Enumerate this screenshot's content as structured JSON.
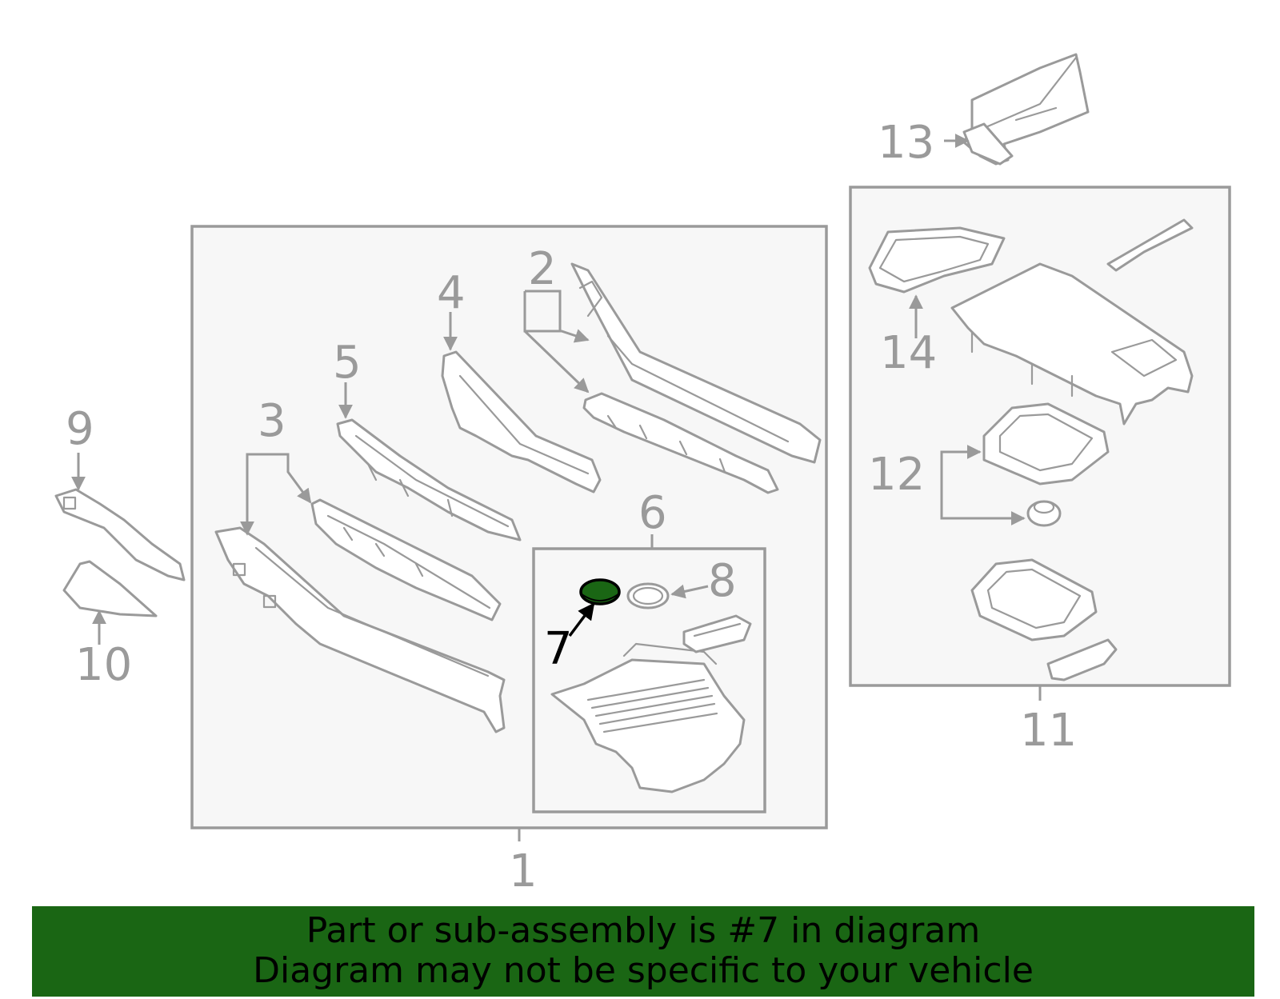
{
  "diagram": {
    "callouts": {
      "c1": "1",
      "c2": "2",
      "c3": "3",
      "c4": "4",
      "c5": "5",
      "c6": "6",
      "c7": "7",
      "c8": "8",
      "c9": "9",
      "c10": "10",
      "c11": "11",
      "c12": "12",
      "c13": "13",
      "c14": "14"
    },
    "highlighted_part": "7",
    "colors": {
      "line": "#9a9a9a",
      "box_fill": "#f7f7f7",
      "highlight": "#1a6614",
      "banner": "#1a6614"
    }
  },
  "banner": {
    "line1": "Part or sub-assembly is #7 in diagram",
    "line2": "Diagram may not be specific to your vehicle"
  }
}
